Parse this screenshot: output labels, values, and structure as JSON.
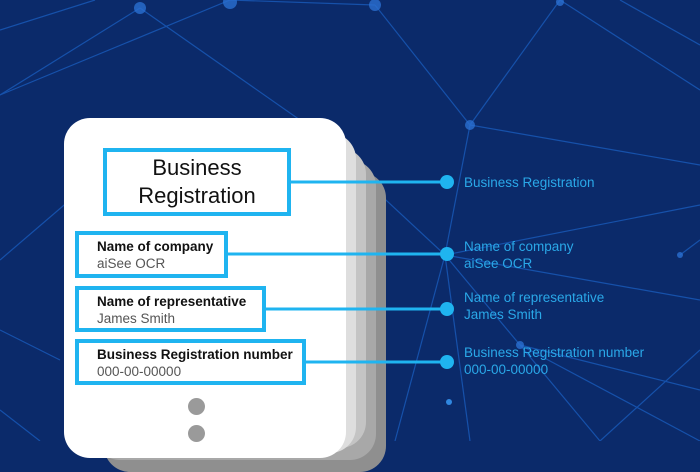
{
  "colors": {
    "background": "#0b2a6a",
    "accent": "#1fb4f0",
    "label_text": "#2aa8e8"
  },
  "document": {
    "title": "Business\nRegistration",
    "fields": [
      {
        "label": "Name of company",
        "value": "aiSee OCR"
      },
      {
        "label": "Name of representative",
        "value": "James Smith"
      },
      {
        "label": "Business Registration number",
        "value": "000-00-00000"
      }
    ]
  },
  "extracted": [
    {
      "label": "Business Registration"
    },
    {
      "label": "Name of company",
      "value": "aiSee OCR"
    },
    {
      "label": "Name of representative",
      "value": "James Smith"
    },
    {
      "label": "Business Registration number",
      "value": "000-00-00000"
    }
  ],
  "icons": [
    "ellipsis-dot-icon",
    "network-node-icon"
  ]
}
